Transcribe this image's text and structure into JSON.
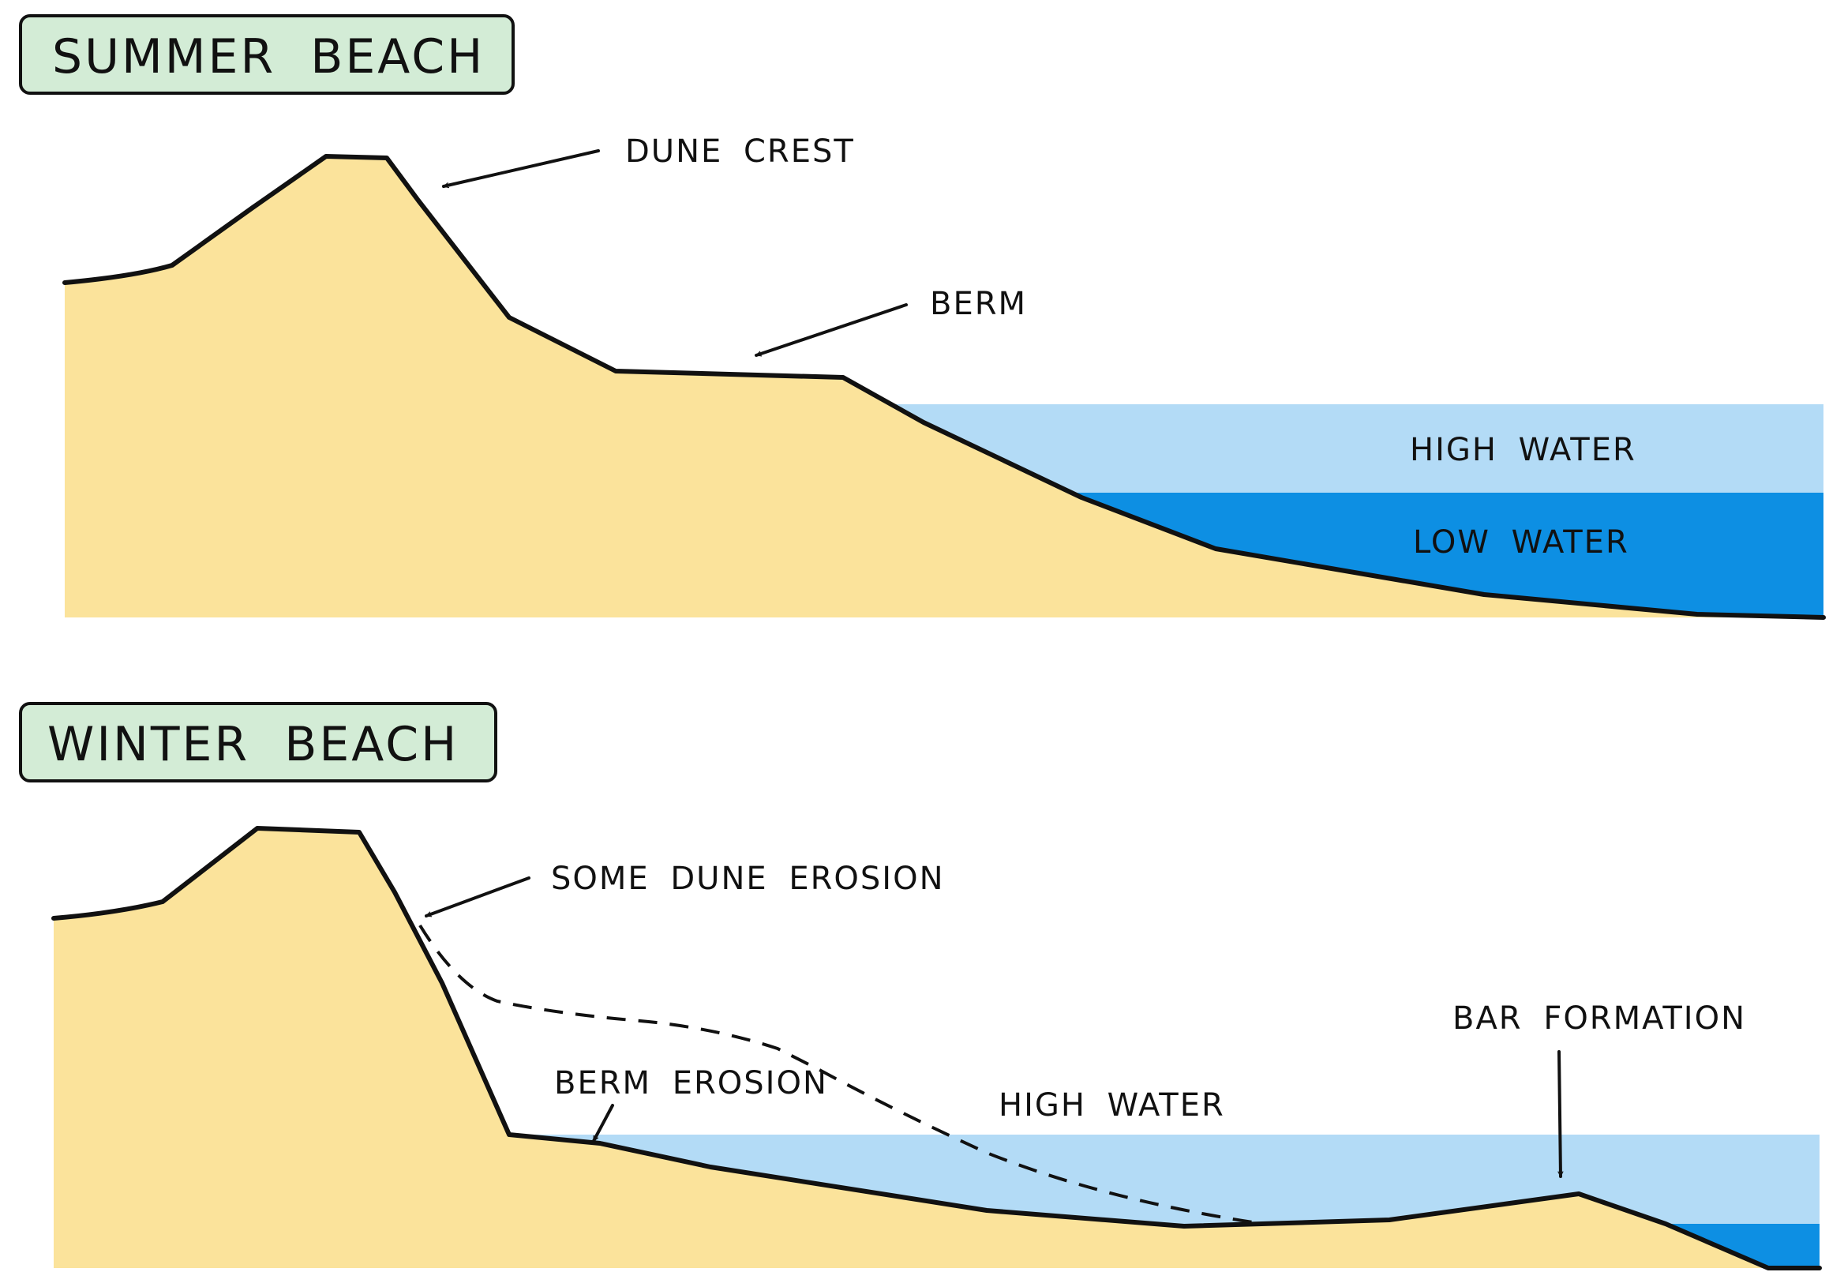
{
  "summer": {
    "title": "SUMMER BEACH",
    "labels": {
      "dune_crest": "DUNE CREST",
      "berm": "BERM",
      "high_water": "HIGH WATER",
      "low_water": "LOW WATER"
    }
  },
  "winter": {
    "title": "WINTER BEACH",
    "labels": {
      "dune_erosion": "SOME DUNE EROSION",
      "berm_erosion": "BERM EROSION",
      "high_water": "HIGH WATER",
      "bar_formation": "BAR FORMATION"
    }
  },
  "colors": {
    "sand": "#fbe39b",
    "high_water": "#b3dbf6",
    "low_water": "#0d8fe3",
    "title_box": "#d3ecd6",
    "outline": "#111111"
  }
}
